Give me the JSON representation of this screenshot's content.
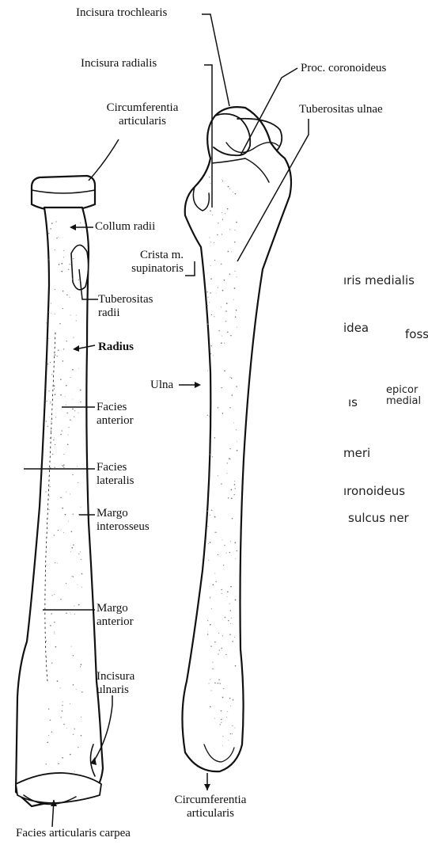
{
  "labels": {
    "incisura_trochlearis": "Incisura trochlearis",
    "incisura_radialis": "Incisura radialis",
    "proc_coronoideus": "Proc. coronoideus",
    "circumferentia_top_1": "Circumferentia",
    "circumferentia_top_2": "articularis",
    "tuberositas_ulnae": "Tuberositas ulnae",
    "collum_radii": "Collum radii",
    "crista_1": "Crista m.",
    "crista_2": "supinatoris",
    "tuberositas_radii_1": "Tuberositas",
    "tuberositas_radii_2": "radii",
    "radius": "Radius",
    "ulna": "Ulna",
    "facies_anterior_1": "Facies",
    "facies_anterior_2": "anterior",
    "facies_lateralis_1": "Facies",
    "facies_lateralis_2": "lateralis",
    "margo_interosseus_1": "Margo",
    "margo_interosseus_2": "interosseus",
    "margo_anterior_1": "Margo",
    "margo_anterior_2": "anterior",
    "incisura_ulnaris_1": "Incisura",
    "incisura_ulnaris_2": "ulnaris",
    "circumferentia_bottom_1": "Circumferentia",
    "circumferentia_bottom_2": "articularis",
    "facies_articularis_carpea": "Facies articularis carpea"
  },
  "ghost_text": {
    "line1": "ıris medialis",
    "line2a": "idea",
    "line2b": "foss",
    "line3a": "ıs",
    "line3b": "epicor",
    "line3c": "medial",
    "line4": "meri",
    "line5": "ıronoideus",
    "line6": "sulcus ner"
  },
  "colors": {
    "ink": "#111111",
    "bone_fill": "#ffffff",
    "stipple": "#777777"
  }
}
